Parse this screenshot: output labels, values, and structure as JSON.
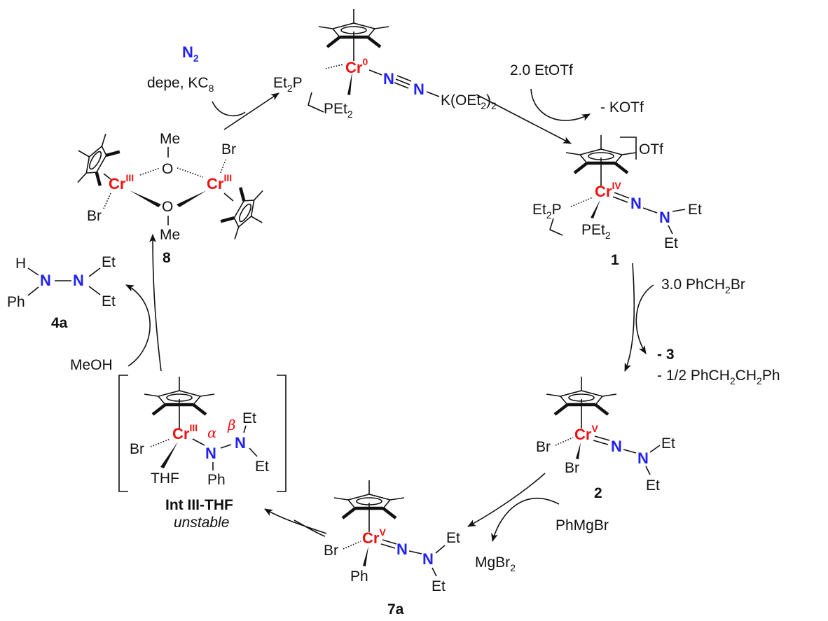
{
  "colors": {
    "metal": "#ee1111",
    "nitrogen": "#2222ee",
    "text": "#111111"
  },
  "reagents": {
    "n2": "N",
    "n2_sub": "2",
    "depe_kc8": "depe, KC",
    "kc8_sub": "8",
    "etotf": "2.0 EtOTf",
    "minus_kotf": "- KOTf",
    "phch2br_a": "3.0 PhCH",
    "phch2br_sub": "2",
    "phch2br_b": "Br",
    "minus_3": "- 3",
    "bibenzyl_a": "- 1/2 PhCH",
    "bibenzyl_sub1": "2",
    "bibenzyl_b": "CH",
    "bibenzyl_sub2": "2",
    "bibenzyl_c": "Ph",
    "phmgbr": "PhMgBr",
    "mgbr2": "MgBr",
    "mgbr2_sub": "2",
    "meoh": "MeOH"
  },
  "compounds": {
    "top": {
      "metal": "Cr",
      "ox": "0",
      "et2p": "Et",
      "et2p_sub": "2",
      "et2p_p": "P",
      "pet2": "PEt",
      "pet2_sub": "2",
      "n1": "N",
      "n2": "N",
      "k_a": "K(OEt",
      "k_sub": "2",
      "k_b": ")",
      "k_sub2": "2"
    },
    "c1": {
      "label": "1",
      "metal": "Cr",
      "ox": "IV",
      "counterion": "OTf",
      "et2p": "Et",
      "et2p_sub": "2",
      "et2p_p": "P",
      "pet2": "PEt",
      "pet2_sub": "2",
      "n1": "N",
      "n2": "N",
      "et1": "Et",
      "et2": "Et"
    },
    "c2": {
      "label": "2",
      "metal": "Cr",
      "ox": "V",
      "br1": "Br",
      "br2": "Br",
      "n1": "N",
      "n2": "N",
      "et1": "Et",
      "et2": "Et"
    },
    "c7a": {
      "label": "7a",
      "metal": "Cr",
      "ox": "V",
      "br": "Br",
      "ph": "Ph",
      "n1": "N",
      "n2": "N",
      "et1": "Et",
      "et2": "Et"
    },
    "int": {
      "label": "Int III-THF",
      "note": "unstable",
      "metal": "Cr",
      "ox": "III",
      "br": "Br",
      "thf": "THF",
      "ph": "Ph",
      "alpha": "α",
      "beta": "β",
      "n1": "N",
      "n2": "N",
      "et1": "Et",
      "et2": "Et"
    },
    "c8": {
      "label": "8",
      "metal": "Cr",
      "ox": "III",
      "me1": "Me",
      "me2": "Me",
      "o1": "O",
      "o2": "O",
      "br1": "Br",
      "br2": "Br"
    },
    "c4a": {
      "label": "4a",
      "h": "H",
      "ph": "Ph",
      "n1": "N",
      "n2": "N",
      "et1": "Et",
      "et2": "Et"
    }
  }
}
